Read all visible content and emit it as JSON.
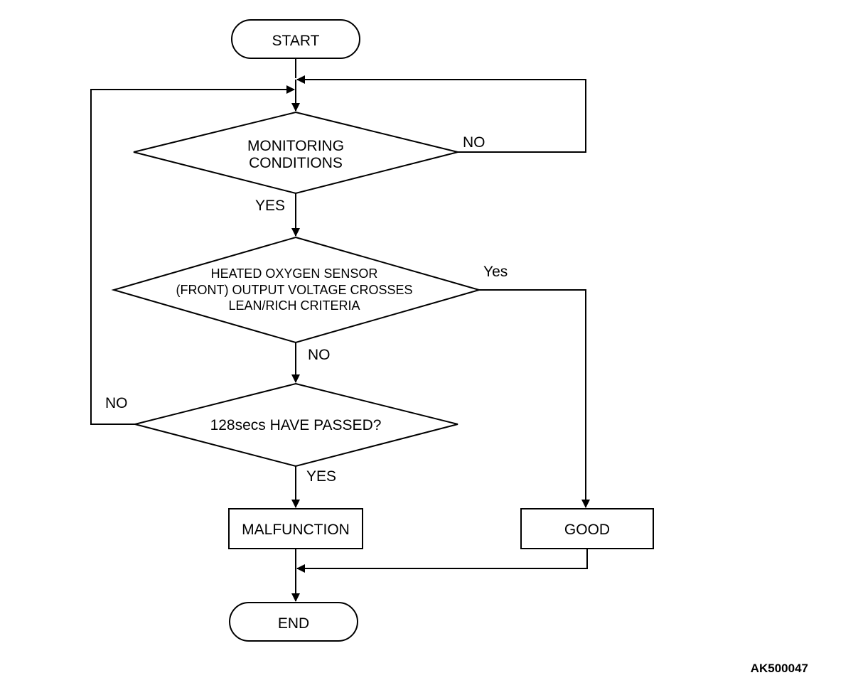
{
  "flowchart": {
    "nodes": {
      "start": "START",
      "monitoring_line1": "MONITORING",
      "monitoring_line2": "CONDITIONS",
      "sensor_line1": "HEATED OXYGEN SENSOR",
      "sensor_line2": "(FRONT) OUTPUT VOLTAGE CROSSES",
      "sensor_line3": "LEAN/RICH CRITERIA",
      "timer": "128secs HAVE PASSED?",
      "malfunction": "MALFUNCTION",
      "good": "GOOD",
      "end": "END"
    },
    "edges": {
      "monitoring_no": "NO",
      "monitoring_yes": "YES",
      "sensor_yes": "Yes",
      "sensor_no": "NO",
      "timer_no": "NO",
      "timer_yes": "YES"
    }
  },
  "figure_code": "AK500047"
}
